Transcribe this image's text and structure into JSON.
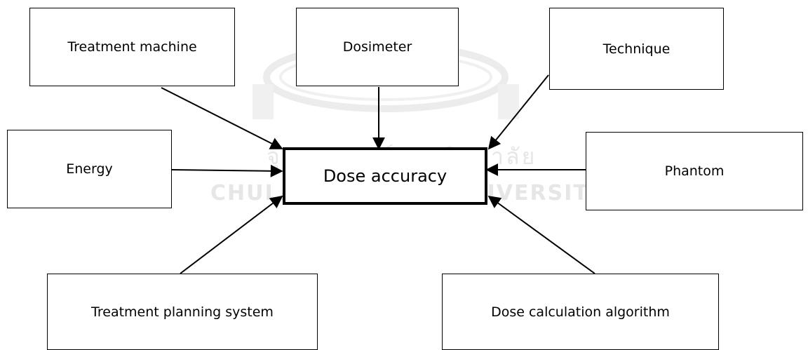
{
  "diagram": {
    "center": {
      "label": "Dose accuracy"
    },
    "factors": [
      {
        "id": "treatment-machine",
        "label": "Treatment machine"
      },
      {
        "id": "dosimeter",
        "label": "Dosimeter"
      },
      {
        "id": "technique",
        "label": "Technique"
      },
      {
        "id": "energy",
        "label": "Energy"
      },
      {
        "id": "phantom",
        "label": "Phantom"
      },
      {
        "id": "treatment-planning-system",
        "label": "Treatment planning system"
      },
      {
        "id": "dose-calculation-algorithm",
        "label": "Dose calculation algorithm"
      }
    ]
  },
  "watermark": {
    "thai_text": "จุฬาลงกรณ์มหาวิทยาลัย",
    "english_text": "Chulalongkorn University"
  }
}
